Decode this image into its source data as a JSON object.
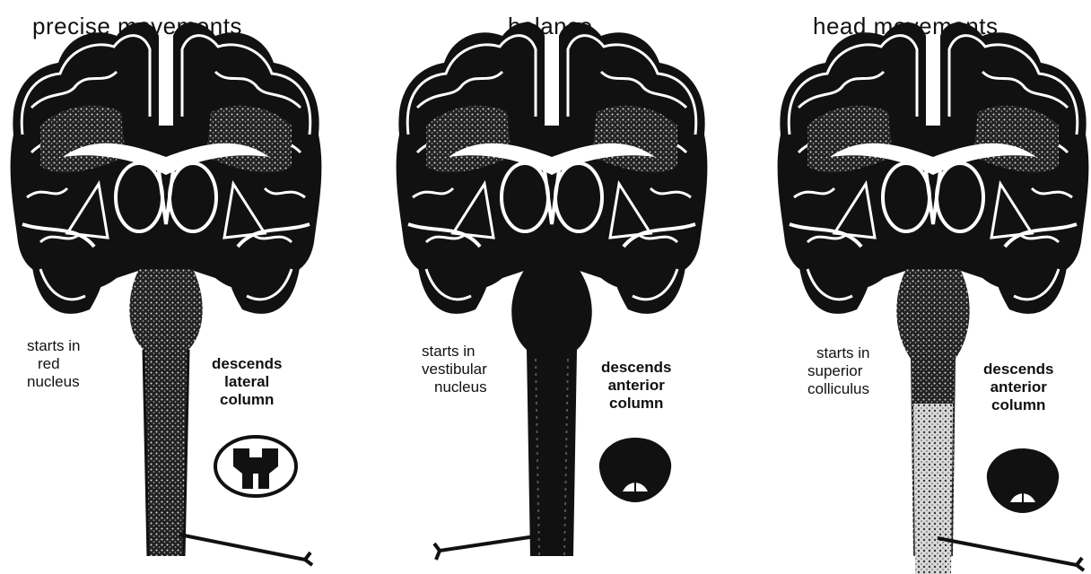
{
  "panels": [
    {
      "title": "precise movements",
      "start_lines": [
        "starts in",
        "red",
        "nucleus"
      ],
      "descend_lines": [
        "descends",
        "lateral",
        "column"
      ],
      "column_tract": "lateral"
    },
    {
      "title": "balance",
      "start_lines": [
        "starts in",
        "vestibular",
        "nucleus"
      ],
      "descend_lines": [
        "descends",
        "anterior",
        "column"
      ],
      "column_tract": "anterior"
    },
    {
      "title": "head movements",
      "start_lines": [
        "starts in",
        "superior",
        "colliculus"
      ],
      "descend_lines": [
        "descends",
        "anterior",
        "column"
      ],
      "column_tract": "anterior"
    }
  ],
  "colors": {
    "ink": "#111111",
    "paper": "#ffffff",
    "stipple": "#bbbbbb"
  }
}
